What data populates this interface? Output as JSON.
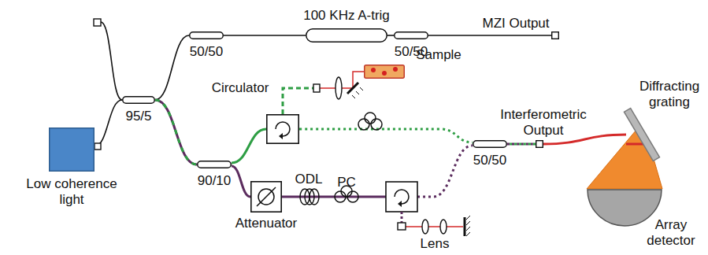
{
  "diagram": {
    "nodes": [
      {
        "text": [
          "Low coherence light"
        ]
      },
      {
        "text": [
          "95/5"
        ]
      },
      {
        "text": [
          "50/50"
        ]
      },
      {
        "text": [
          "100 KHz A-trig"
        ]
      },
      {
        "text": [
          "50/50"
        ]
      },
      {
        "text": [
          "MZI Output"
        ]
      },
      {
        "text": [
          "90/10"
        ]
      },
      {
        "text": [
          "Circulator"
        ]
      },
      {
        "text": [
          "Sample"
        ]
      },
      {
        "text": [
          "Attenuator"
        ]
      },
      {
        "text": [
          "50/50"
        ]
      },
      {
        "text": [
          "Interferometric Output"
        ]
      },
      {
        "text": [
          "Diffracting grating"
        ]
      },
      {
        "text": [
          "Array detector"
        ]
      }
    ],
    "edges": [
      {
        "from": 0,
        "to": 1,
        "arrow": "none"
      },
      {
        "from": 1,
        "to": 2,
        "arrow": "none"
      },
      {
        "from": 2,
        "to": 3,
        "arrow": "none"
      },
      {
        "from": 3,
        "to": 4,
        "arrow": "none"
      },
      {
        "from": 4,
        "to": 5,
        "arrow": "none"
      },
      {
        "from": 1,
        "to": 6,
        "arrow": "none"
      },
      {
        "from": 6,
        "to": 7,
        "arrow": "none"
      },
      {
        "from": 6,
        "to": 9,
        "arrow": "none"
      },
      {
        "from": 7,
        "to": 8,
        "arrow": "none"
      },
      {
        "from": 7,
        "to": 10,
        "arrow": "none"
      },
      {
        "from": 9,
        "to": 10,
        "arrow": "none"
      },
      {
        "from": 10,
        "to": 11,
        "arrow": "none"
      },
      {
        "from": 11,
        "to": 12,
        "arrow": "none"
      }
    ],
    "labels": [
      "ODL",
      "PC",
      "Lens"
    ]
  }
}
